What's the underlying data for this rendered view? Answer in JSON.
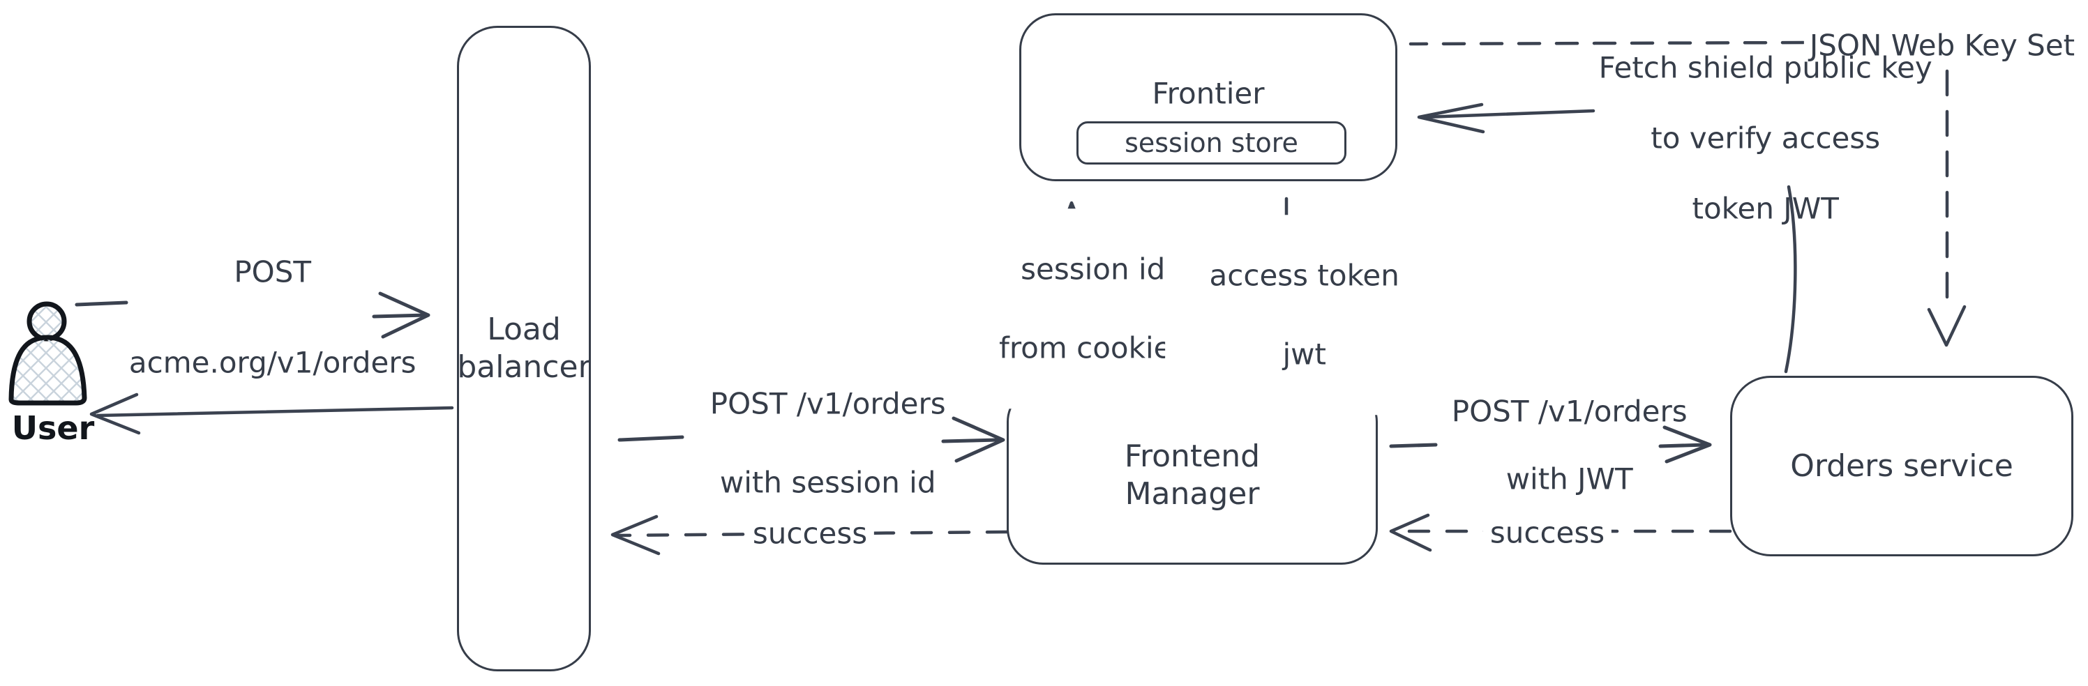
{
  "diagram": {
    "background": "#ffffff",
    "ink_color": "#363d49",
    "user_ink_color": "#12161c",
    "hatch_color": "#c9d3dc",
    "nodes": {
      "user": {
        "label": "User",
        "type": "actor"
      },
      "load_balancer": {
        "label_line1": "Load",
        "label_line2": "balancer"
      },
      "frontier": {
        "label": "Frontier",
        "session_store": {
          "label": "session store"
        }
      },
      "frontend_manager": {
        "label_line1": "Frontend",
        "label_line2": "Manager"
      },
      "orders_service": {
        "label": "Orders service"
      }
    },
    "edges": {
      "user_to_load_balancer": {
        "label_line1": "POST",
        "label_line2": "acme.org/v1/orders",
        "style": "solid"
      },
      "load_balancer_to_user": {
        "style": "solid"
      },
      "load_balancer_to_frontend_manager": {
        "label_line1": "POST /v1/orders",
        "label_line2": "with session id",
        "style": "solid"
      },
      "frontend_manager_to_load_balancer": {
        "label": "success",
        "style": "dashed"
      },
      "frontend_manager_to_frontier": {
        "label_line1": "session id",
        "label_line2": "from cookies",
        "style": "solid"
      },
      "frontier_to_frontend_manager": {
        "label_line1": "access token",
        "label_line2": "jwt",
        "style": "dashed"
      },
      "frontend_manager_to_orders_service": {
        "label_line1": "POST /v1/orders",
        "label_line2": "with JWT",
        "style": "solid"
      },
      "orders_service_to_frontend_manager": {
        "label": "success",
        "style": "dashed"
      },
      "jwks_source": {
        "label": "JSON Web Key Set",
        "style": "dashed"
      },
      "orders_service_to_frontier": {
        "label_line1": "Fetch shield public key",
        "label_line2": "to verify access",
        "label_line3": "token JWT",
        "style": "solid"
      }
    }
  }
}
